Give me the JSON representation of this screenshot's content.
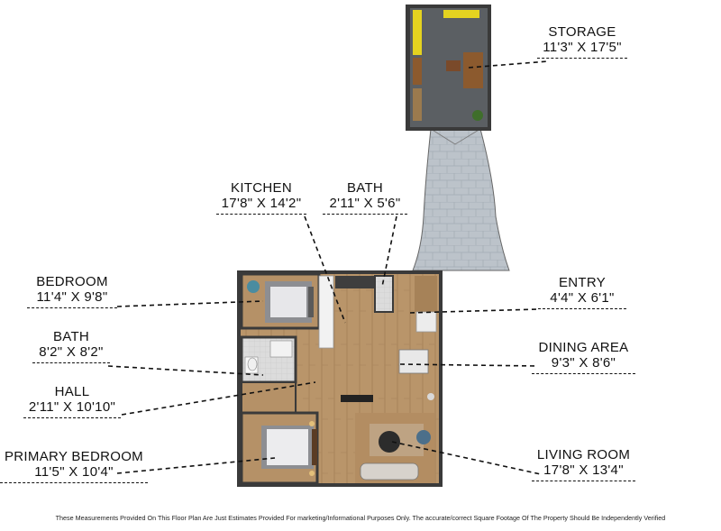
{
  "rooms": [
    {
      "id": "storage",
      "name": "STORAGE",
      "dims": "11'3\" X 17'5\""
    },
    {
      "id": "kitchen",
      "name": "KITCHEN",
      "dims": "17'8\" X 14'2\""
    },
    {
      "id": "bath-upper",
      "name": "BATH",
      "dims": "2'11\" X 5'6\""
    },
    {
      "id": "bedroom",
      "name": "BEDROOM",
      "dims": "11'4\" X 9'8\""
    },
    {
      "id": "entry",
      "name": "ENTRY",
      "dims": "4'4\" X 6'1\""
    },
    {
      "id": "bath-lower",
      "name": "BATH",
      "dims": "8'2\" X 8'2\""
    },
    {
      "id": "dining",
      "name": "DINING AREA",
      "dims": "9'3\" X 8'6\""
    },
    {
      "id": "hall",
      "name": "HALL",
      "dims": "2'11\" X 10'10\""
    },
    {
      "id": "primary",
      "name": "PRIMARY BEDROOM",
      "dims": "11'5\" X 10'4\""
    },
    {
      "id": "living",
      "name": "LIVING ROOM",
      "dims": "17'8\" X 13'4\""
    }
  ],
  "disclaimer": "These Measurements Provided On This Floor Plan Are Just Estimates Provided For marketing/Informational Purposes Only. The accurate/correct Square Footage Of The Property Should Be Independently Verified",
  "colors": {
    "wood": "#b9956a",
    "tile": "#bcc4cb",
    "wall": "#3a3a3a",
    "storage_floor": "#5b5f63"
  }
}
